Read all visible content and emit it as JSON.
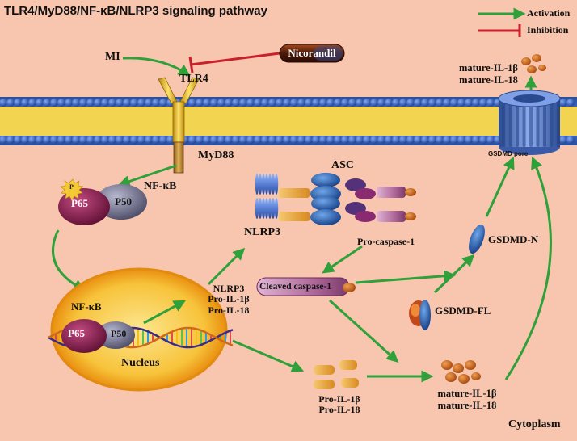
{
  "title": "TLR4/MyD88/NF-κB/NLRP3 signaling pathway",
  "legend": {
    "activation": "Activation",
    "inhibition": "Inhibition",
    "activation_color": "#2fa03a",
    "inhibition_color": "#c8202c"
  },
  "labels": {
    "mi": "MI",
    "nicorandil": "Nicorandil",
    "tlr4": "TLR4",
    "myd88": "MyD88",
    "nfkb": "NF-κB",
    "p65": "P65",
    "p50": "P50",
    "p_badge": "P",
    "asc": "ASC",
    "nlrp3": "NLRP3",
    "pro_caspase1": "Pro-caspase-1",
    "cleaved_caspase1": "Cleaved caspase-1",
    "mature_il1b": "mature-IL-1β",
    "mature_il18": "mature-IL-18",
    "gsdmd_pore": "GSDMD pore",
    "gsdmd_n": "GSDMD-N",
    "gsdmd_fl": "GSDMD-FL",
    "nucleus": "Nucleus",
    "gene_nlrp3": "NLRP3",
    "pro_il1b": "Pro-IL-1β",
    "pro_il18": "Pro-IL-18",
    "cytoplasm": "Cytoplasm"
  },
  "colors": {
    "background": "#f8c6ae",
    "membrane_head": "#2d5fc8",
    "membrane_core": "#f3d450",
    "tlr4": "#e6b820",
    "myd88": "#c99030",
    "p65": "#8a1e50",
    "p50": "#6a6a86",
    "nucleus_outer": "#f2a51a",
    "nucleus_inner": "#fbd65a",
    "nicorandil": "#5a2010",
    "asc": "#2a5aa0",
    "caspase": "#b06a9a",
    "cytokine": "#cc6a26",
    "pore": "#4a72c0"
  }
}
